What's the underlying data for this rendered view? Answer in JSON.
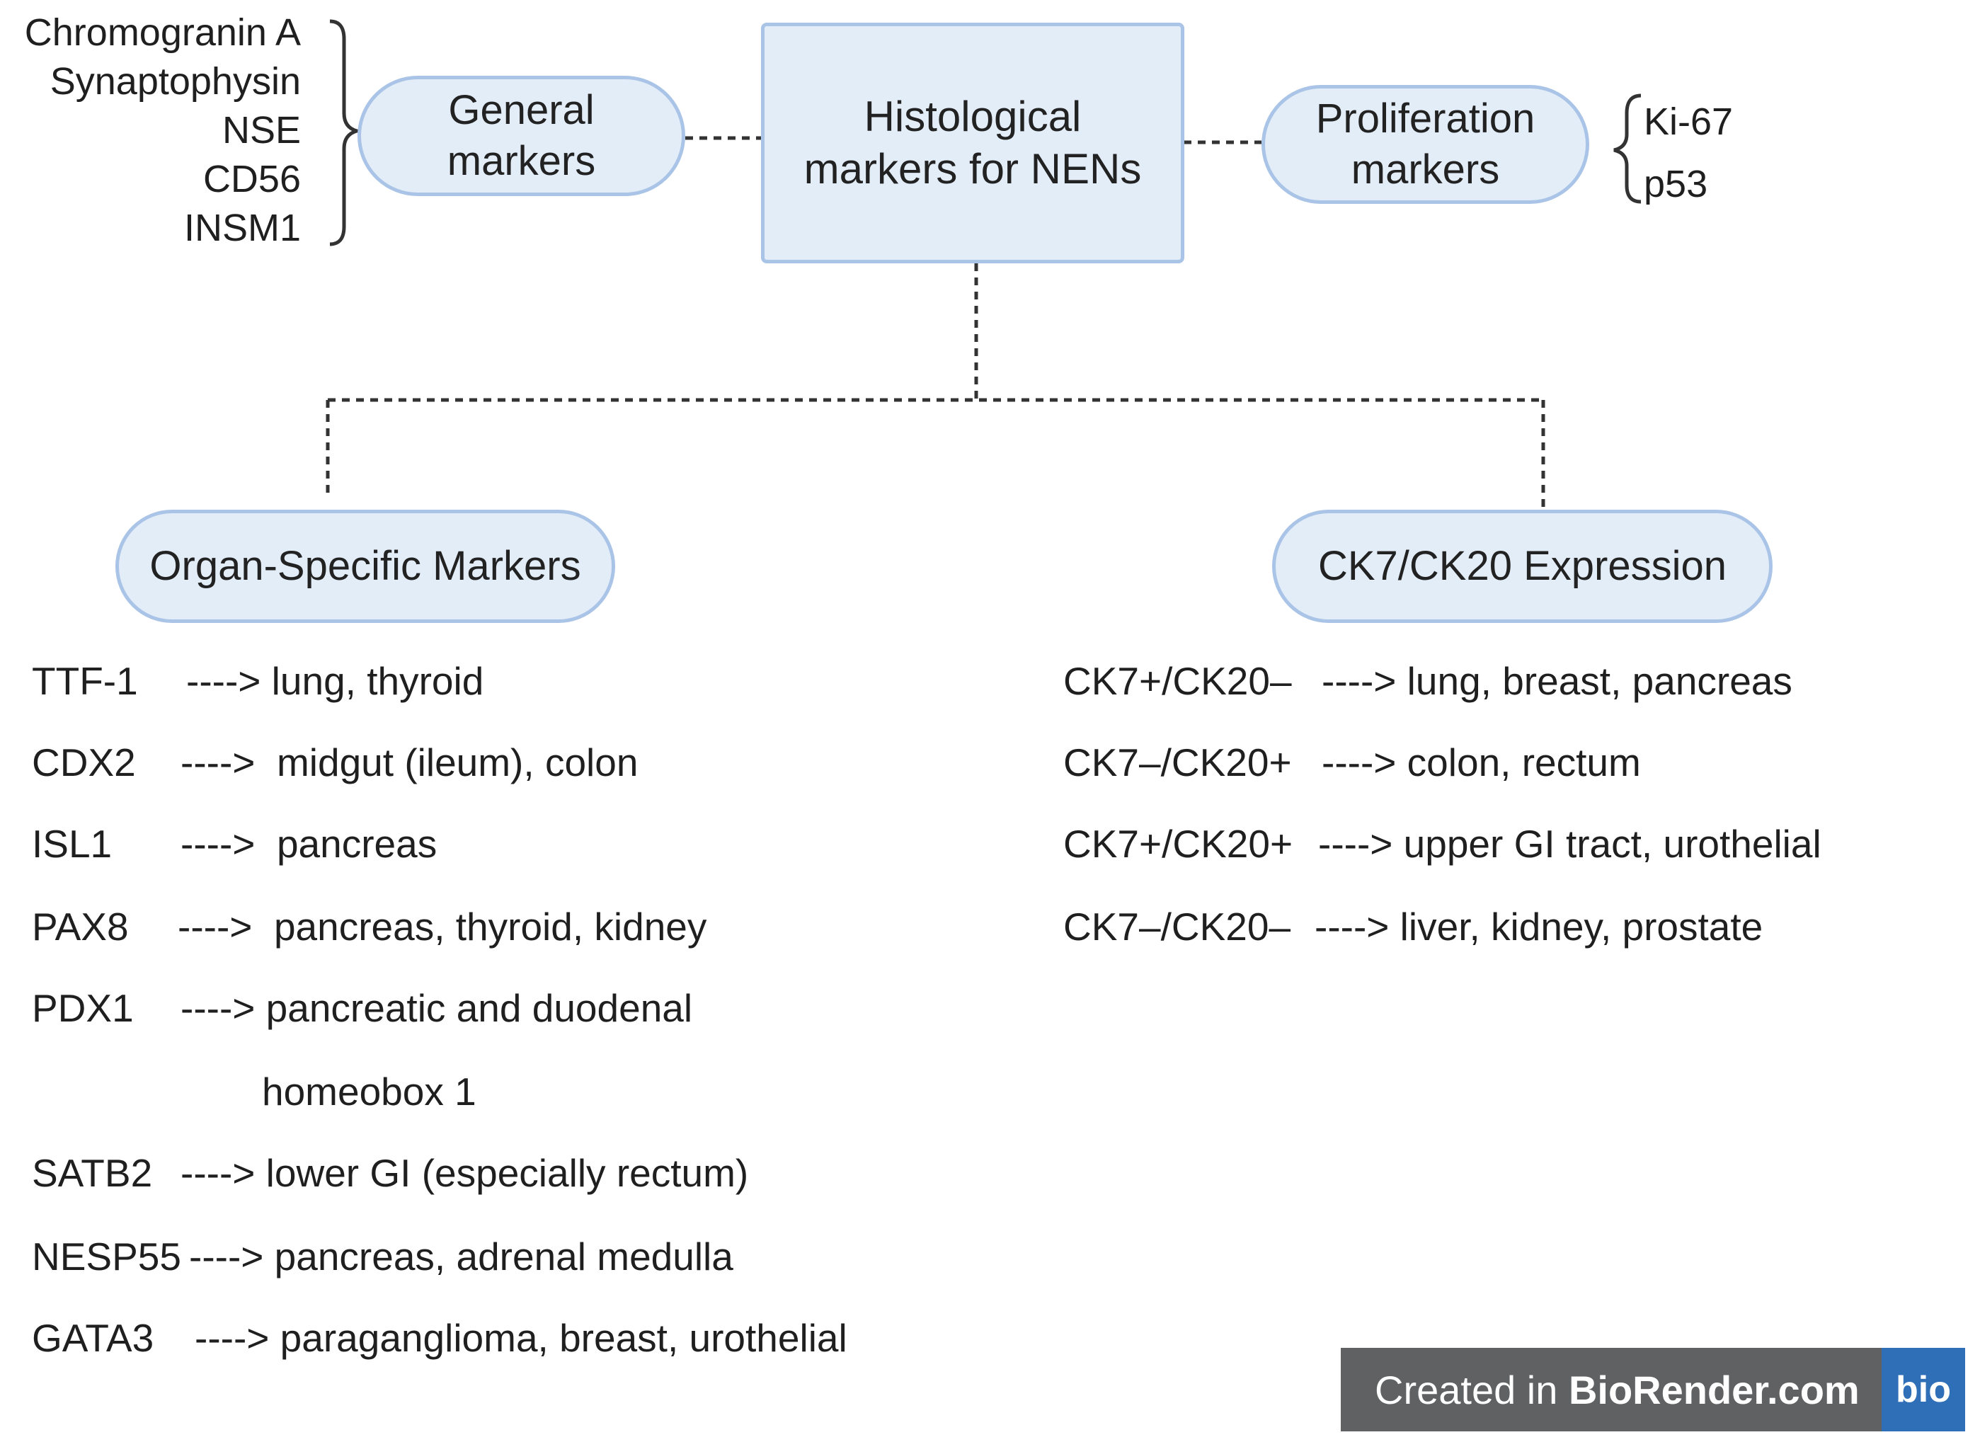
{
  "center_box": {
    "label": "Histological\nmarkers for NENs"
  },
  "general": {
    "label": "General\nmarkers",
    "items": [
      "Chromogranin A",
      "Synaptophysin",
      "NSE",
      "CD56",
      "INSM1"
    ]
  },
  "proliferation": {
    "label": "Proliferation\nmarkers",
    "items": [
      "Ki-67",
      "p53"
    ]
  },
  "organ_specific": {
    "label": "Organ-Specific Markers",
    "rows": [
      {
        "marker": "TTF-1",
        "arrow_text": "---->",
        "target": "lung, thyroid"
      },
      {
        "marker": "CDX2",
        "arrow_text": "---->",
        "target": "midgut (ileum), colon"
      },
      {
        "marker": "ISL1",
        "arrow_text": "---->",
        "target": "pancreas"
      },
      {
        "marker": "PAX8",
        "arrow_text": "---->",
        "target": "pancreas, thyroid, kidney"
      },
      {
        "marker": "PDX1",
        "arrow_text": "---->",
        "target": "pancreatic and duodenal"
      },
      {
        "marker": "",
        "arrow_text": "",
        "target": "homeobox 1"
      },
      {
        "marker": "SATB2",
        "arrow_text": "---->",
        "target": "lower GI (especially rectum)"
      },
      {
        "marker": "NESP55",
        "arrow_text": "---->",
        "target": "pancreas, adrenal medulla"
      },
      {
        "marker": "GATA3",
        "arrow_text": "---->",
        "target": "paraganglioma, breast, urothelial"
      }
    ]
  },
  "ck_expression": {
    "label": "CK7/CK20 Expression",
    "rows": [
      {
        "pattern": "CK7+/CK20–",
        "arrow_text": "---->",
        "target": "lung, breast, pancreas"
      },
      {
        "pattern": "CK7–/CK20+",
        "arrow_text": "---->",
        "target": "colon, rectum"
      },
      {
        "pattern": "CK7+/CK20+",
        "arrow_text": "---->",
        "target": "upper GI tract, urothelial"
      },
      {
        "pattern": "CK7–/CK20–",
        "arrow_text": "---->",
        "target": "liver, kidney, prostate"
      }
    ]
  },
  "watermark": {
    "prefix": "Created in ",
    "brand": "BioRender.com",
    "logo": "bio"
  },
  "colors": {
    "node_fill": "#e3edf8",
    "node_border": "#a9c4e6",
    "connector": "#333333",
    "badge": "#5f6163",
    "logo": "#2f6fb7"
  }
}
